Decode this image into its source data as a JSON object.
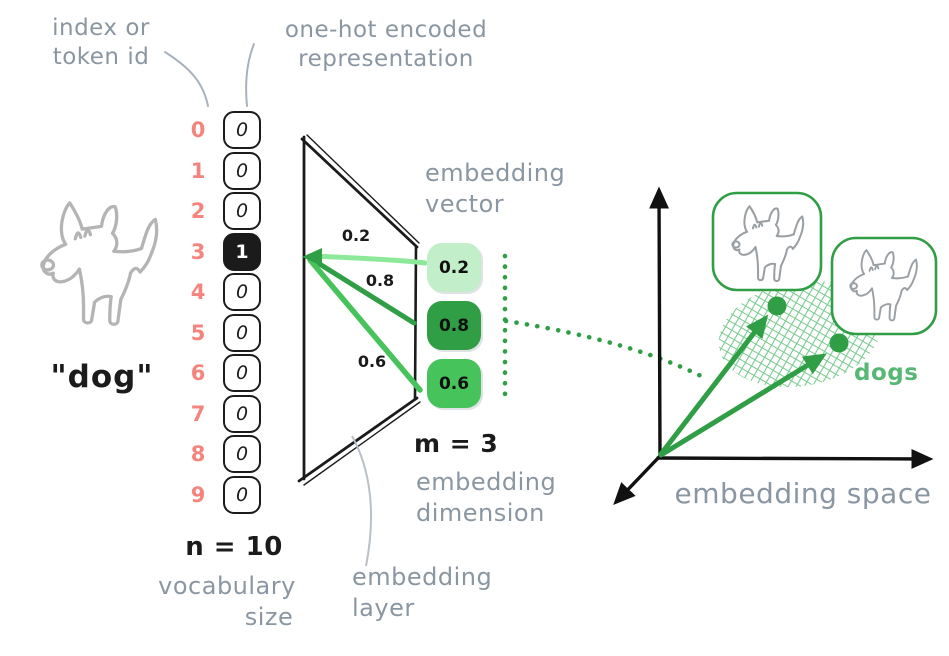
{
  "title": "word embedding diagram",
  "colors": {
    "label_gray": "#8a96a2",
    "index_coral": "#f4847e",
    "ink_black": "#1b1b1b",
    "green_dark": "#2f9e44",
    "green_mid": "#47c35c",
    "green_light": "#8ce99a",
    "vector_box_light": "#c3eeca",
    "vector_box_dark": "#2f9e44",
    "vector_box_mid": "#47c35c",
    "sketch_gray": "#b4b4b4",
    "dogs_label_green": "#56b874",
    "hatch_green": "#79cb8e"
  },
  "annotations": {
    "index_label_line1": "index or",
    "index_label_line2": "token id",
    "onehot_label_line1": "one-hot encoded",
    "onehot_label_line2": "representation",
    "token_text": "\"dog\"",
    "vocab_size_eq": "n = 10",
    "vocab_label_line1": "vocabulary",
    "vocab_label_line2": "size",
    "embedding_vector_line1": "embedding",
    "embedding_vector_line2": "vector",
    "embedding_dim_eq": "m = 3",
    "embedding_dim_line1": "embedding",
    "embedding_dim_line2": "dimension",
    "embedding_layer_line1": "embedding",
    "embedding_layer_line2": "layer",
    "embedding_space_label": "embedding space",
    "dogs_cluster_label": "dogs"
  },
  "onehot": {
    "hot_index": 3,
    "vocab_size": 10,
    "rows": [
      {
        "index": "0",
        "value": "0",
        "hot": false
      },
      {
        "index": "1",
        "value": "0",
        "hot": false
      },
      {
        "index": "2",
        "value": "0",
        "hot": false
      },
      {
        "index": "3",
        "value": "1",
        "hot": true
      },
      {
        "index": "4",
        "value": "0",
        "hot": false
      },
      {
        "index": "5",
        "value": "0",
        "hot": false
      },
      {
        "index": "6",
        "value": "0",
        "hot": false
      },
      {
        "index": "7",
        "value": "0",
        "hot": false
      },
      {
        "index": "8",
        "value": "0",
        "hot": false
      },
      {
        "index": "9",
        "value": "0",
        "hot": false
      }
    ]
  },
  "embedding": {
    "dimension": 3,
    "weights": [
      {
        "value": "0.2",
        "tone": "light"
      },
      {
        "value": "0.8",
        "tone": "dark"
      },
      {
        "value": "0.6",
        "tone": "mid"
      }
    ]
  }
}
